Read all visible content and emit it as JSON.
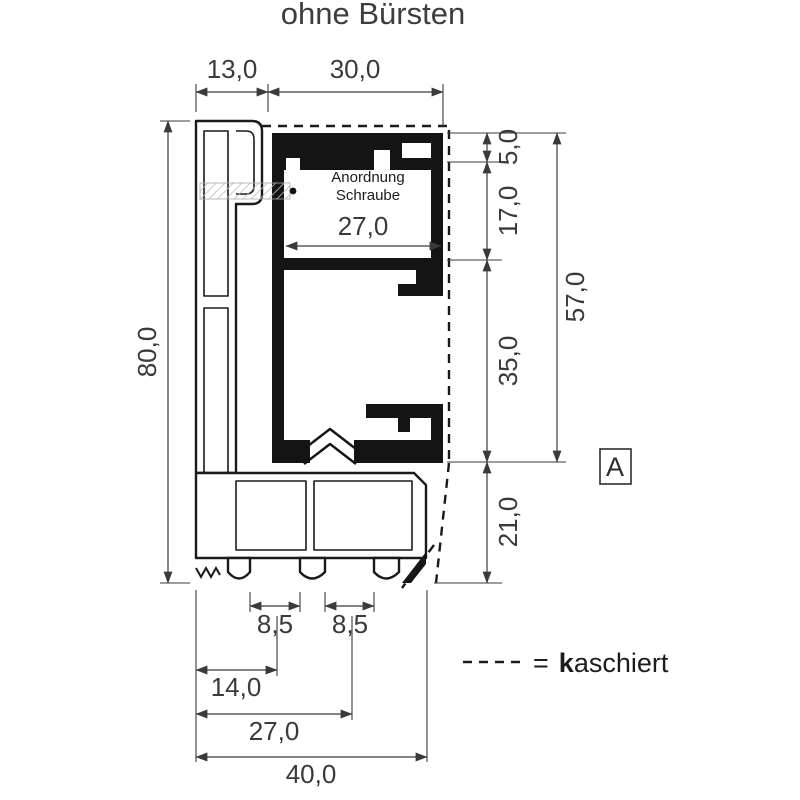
{
  "title": "ohne Bürsten",
  "dimensions": {
    "width_left": "13,0",
    "width_right": "30,0",
    "height_total": "80,0",
    "right_top": "5,0",
    "right_upper": "17,0",
    "right_middle": "35,0",
    "right_bottom": "21,0",
    "right_sum": "57,0",
    "inner_width": "27,0",
    "foot_left": "8,5",
    "foot_right": "8,5",
    "bottom_small": "14,0",
    "bottom_mid": "27,0",
    "bottom_total": "40,0"
  },
  "annotation": {
    "line1": "Anordnung",
    "line2": "Schraube"
  },
  "section_marker": "A",
  "legend": {
    "equals": "=",
    "bold": "k",
    "rest": "aschiert"
  },
  "colors": {
    "line": "#3a3a3a",
    "profile_solid": "#141414",
    "hatch": "#bbbbbb"
  }
}
